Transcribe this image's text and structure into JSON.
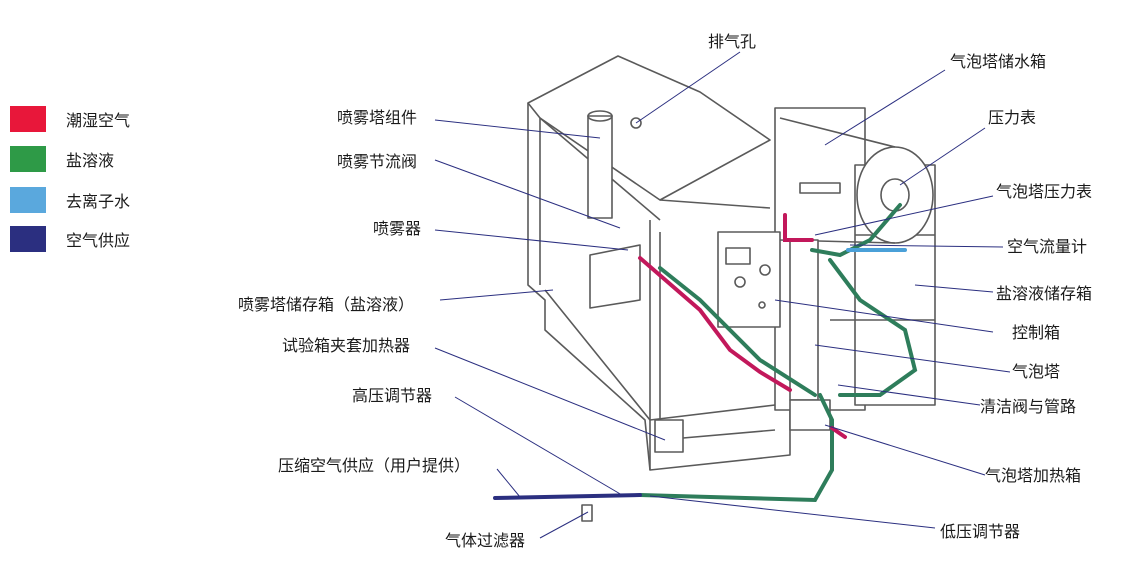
{
  "legend": [
    {
      "label": "潮湿空气",
      "color": "#e8173a"
    },
    {
      "label": "盐溶液",
      "color": "#2e9a47"
    },
    {
      "label": "去离子水",
      "color": "#5aa8dd"
    },
    {
      "label": "空气供应",
      "color": "#2b2f80"
    }
  ],
  "labels": {
    "vent_hole": "排气孔",
    "tower_tank": "气泡塔储水箱",
    "pressure_gauge": "压力表",
    "tower_pressure_gauge": "气泡塔压力表",
    "air_flow_meter": "空气流量计",
    "salt_tank": "盐溶液储存箱",
    "control_box": "控制箱",
    "bubble_tower": "气泡塔",
    "clean_valve": "清洁阀与管路",
    "tower_heater": "气泡塔加热箱",
    "low_pressure_reg": "低压调节器",
    "spray_tower_assembly": "喷雾塔组件",
    "spray_throttle": "喷雾节流阀",
    "sprayer": "喷雾器",
    "spray_reservoir": "喷雾塔储存箱（盐溶液）",
    "jacket_heater": "试验箱夹套加热器",
    "high_pressure_reg": "高压调节器",
    "compressed_air": "压缩空气供应（用户提供）",
    "gas_filter": "气体过滤器"
  },
  "colors": {
    "outline": "#5a5a5a",
    "leader": "#2b2f80",
    "moist_air_pipe": "#c2185b",
    "salt_pipe": "#2e7d5b",
    "air_pipe": "#2b2f80",
    "di_water_pipe": "#4aa0d8"
  }
}
